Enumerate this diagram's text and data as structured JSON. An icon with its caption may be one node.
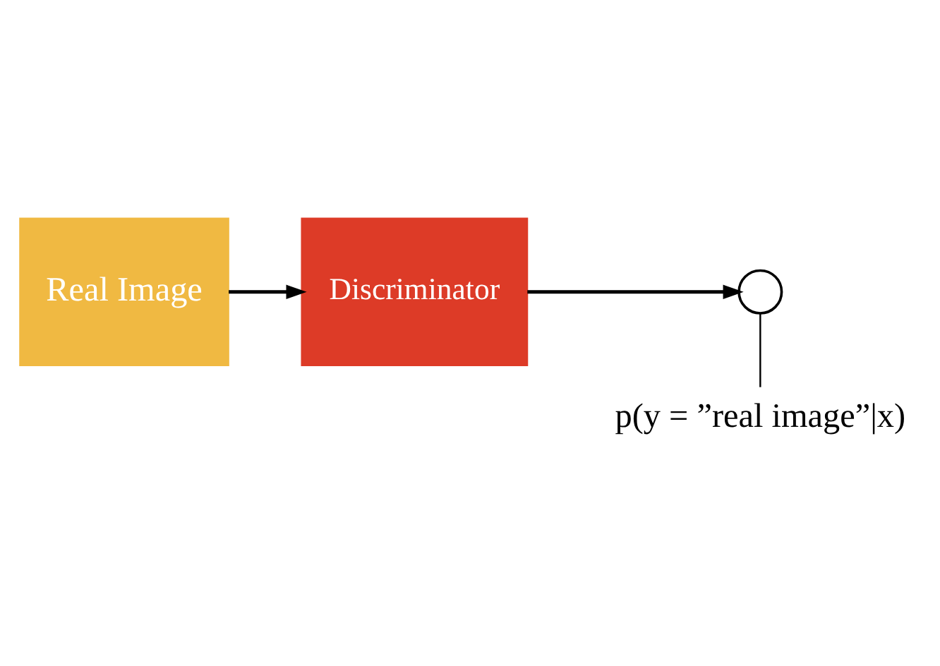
{
  "diagram": {
    "nodes": [
      {
        "text": [
          "Real Image"
        ]
      },
      {
        "text": [
          "Discriminator"
        ]
      },
      {
        "text": [],
        "shape": "circle"
      },
      {
        "text": [
          "p(y = ”real image”|x)"
        ]
      }
    ],
    "edges": [
      {
        "from": 0,
        "to": 1,
        "arrow": "to"
      },
      {
        "from": 1,
        "to": 2,
        "arrow": "to"
      },
      {
        "from": 3,
        "to": 2,
        "arrow": "none"
      }
    ]
  }
}
